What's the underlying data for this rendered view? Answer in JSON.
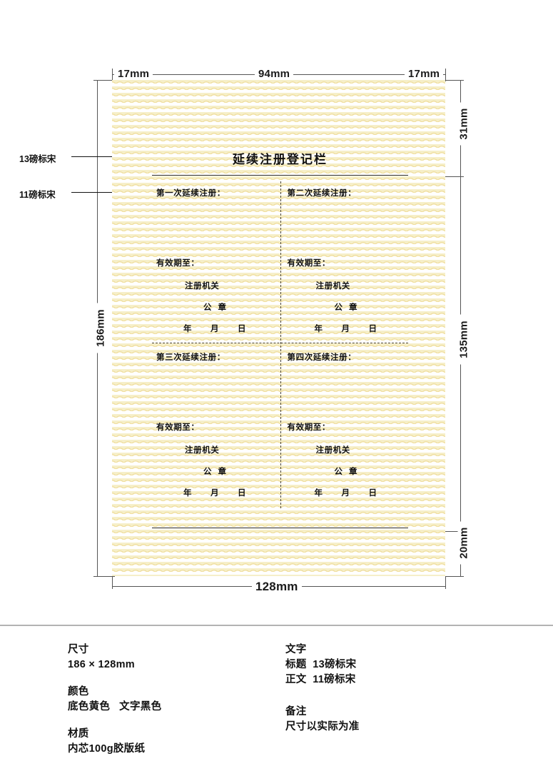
{
  "card": {
    "title": "延续注册登记栏",
    "quadrants": [
      {
        "heading": "第一次延续注册：",
        "valid_until": "有效期至：",
        "authority": "注册机关",
        "seal": "公章",
        "year": "年",
        "month": "月",
        "day": "日"
      },
      {
        "heading": "第二次延续注册：",
        "valid_until": "有效期至：",
        "authority": "注册机关",
        "seal": "公章",
        "year": "年",
        "month": "月",
        "day": "日"
      },
      {
        "heading": "第三次延续注册：",
        "valid_until": "有效期至：",
        "authority": "注册机关",
        "seal": "公章",
        "year": "年",
        "month": "月",
        "day": "日"
      },
      {
        "heading": "第四次延续注册：",
        "valid_until": "有效期至：",
        "authority": "注册机关",
        "seal": "公章",
        "year": "年",
        "month": "月",
        "day": "日"
      }
    ]
  },
  "dimensions": {
    "top_left_margin": "17mm",
    "top_center": "94mm",
    "top_right_margin": "17mm",
    "right_top": "31mm",
    "right_middle": "135mm",
    "right_bottom": "20mm",
    "left_height": "186mm",
    "bottom_width": "128mm"
  },
  "callouts": [
    {
      "label": "13磅标宋"
    },
    {
      "label": "11磅标宋"
    }
  ],
  "spec": {
    "left": [
      {
        "key": "尺寸",
        "value": "186 × 128mm"
      },
      {
        "key": "颜色",
        "value": "底色黄色   文字黑色"
      },
      {
        "key": "材质",
        "value": "内芯100g胶版纸"
      }
    ],
    "right": [
      {
        "key": "文字",
        "value": "标题  13磅标宋\n正文  11磅标宋"
      },
      {
        "key": "备注",
        "value": "尺寸以实际为准"
      }
    ]
  },
  "colors": {
    "card_base": "#f6efc9",
    "card_pattern": "#f0dfa0",
    "text": "#111111",
    "dimension_line": "#555555",
    "separator": "#b3b3b3"
  }
}
